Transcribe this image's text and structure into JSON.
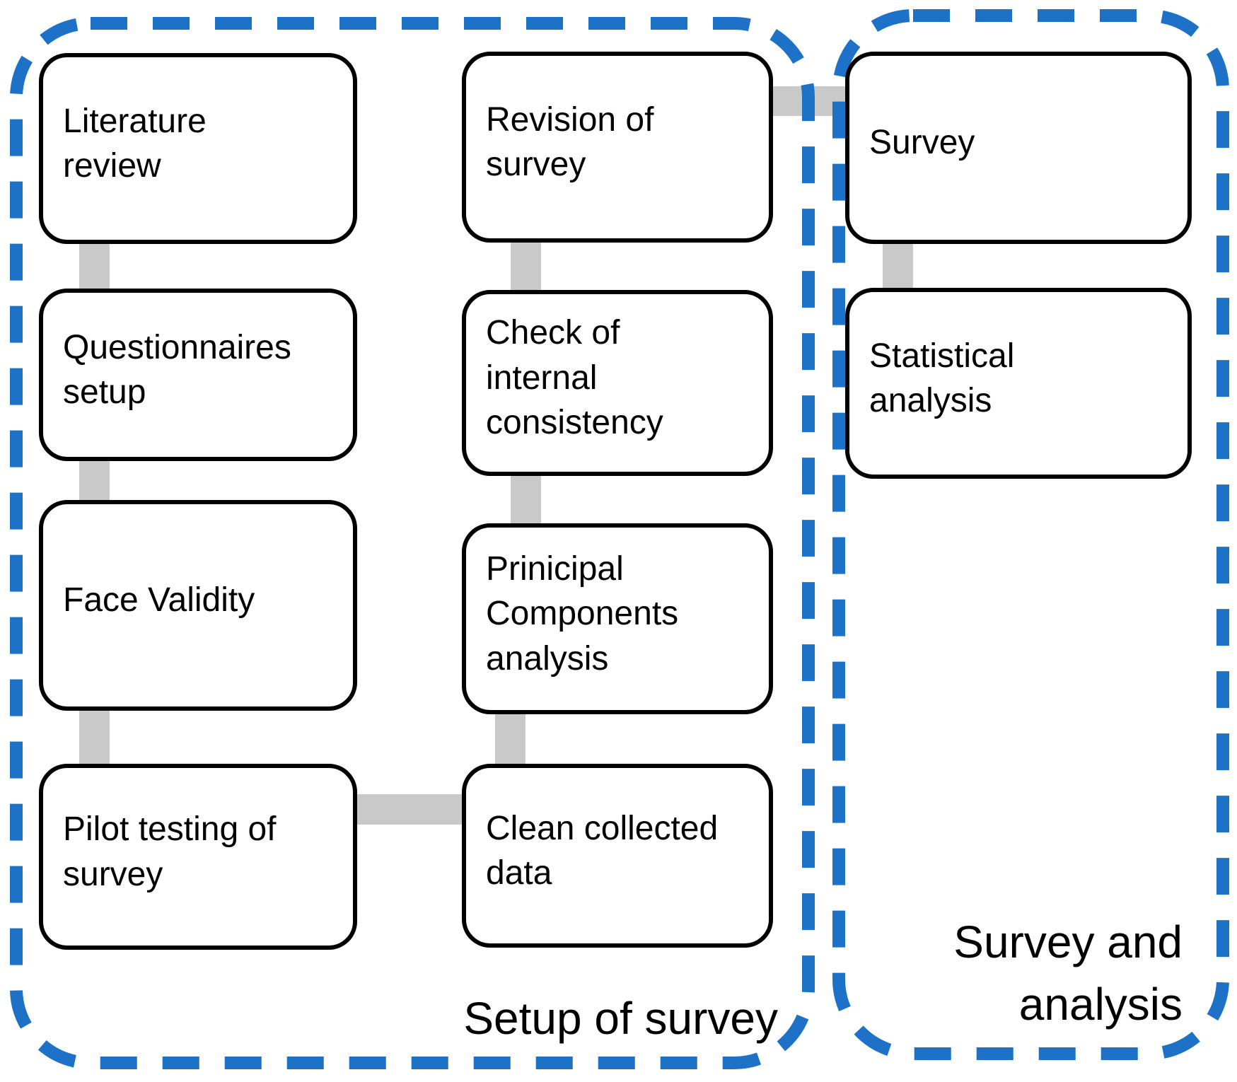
{
  "groups": {
    "setup": {
      "label": "Setup of  survey"
    },
    "analysis": {
      "label": "Survey and\nanalysis"
    }
  },
  "nodes": {
    "literature_review": {
      "label": "Literature\nreview",
      "group": "setup"
    },
    "questionnaires_setup": {
      "label": "Questionnaires\nsetup",
      "group": "setup"
    },
    "face_validity": {
      "label": "Face Validity",
      "group": "setup"
    },
    "pilot_testing_of_survey": {
      "label": "Pilot testing of\nsurvey",
      "group": "setup"
    },
    "revision_of_survey": {
      "label": "Revision of\nsurvey",
      "group": "setup"
    },
    "check_of_internal_consistency": {
      "label": "Check of\ninternal\nconsistency",
      "group": "setup"
    },
    "prinicipal_components_analysis": {
      "label": "Prinicipal\nComponents\nanalysis",
      "group": "setup"
    },
    "clean_collected_data": {
      "label": "Clean collected\ndata",
      "group": "setup"
    },
    "survey": {
      "label": "Survey",
      "group": "analysis"
    },
    "statistical_analysis": {
      "label": "Statistical\nanalysis",
      "group": "analysis"
    }
  },
  "edges": [
    {
      "between": [
        "literature_review",
        "questionnaires_setup"
      ]
    },
    {
      "between": [
        "questionnaires_setup",
        "face_validity"
      ]
    },
    {
      "between": [
        "face_validity",
        "pilot_testing_of_survey"
      ]
    },
    {
      "between": [
        "pilot_testing_of_survey",
        "clean_collected_data"
      ]
    },
    {
      "between": [
        "clean_collected_data",
        "prinicipal_components_analysis"
      ]
    },
    {
      "between": [
        "prinicipal_components_analysis",
        "check_of_internal_consistency"
      ]
    },
    {
      "between": [
        "check_of_internal_consistency",
        "revision_of_survey"
      ]
    },
    {
      "between": [
        "revision_of_survey",
        "survey"
      ]
    },
    {
      "between": [
        "survey",
        "statistical_analysis"
      ]
    }
  ],
  "colors": {
    "background": "#ffffff",
    "group_border": "#1d72c8",
    "node_border": "#000000",
    "node_fill": "#ffffff",
    "connector": "#c9c9c9",
    "text": "#000000"
  }
}
